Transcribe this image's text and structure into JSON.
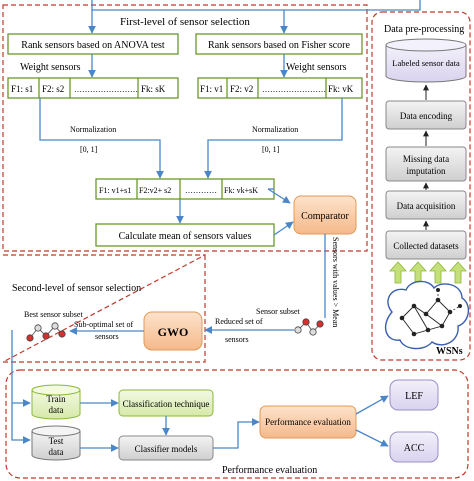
{
  "sections": {
    "first_level": "First-level of sensor selection",
    "second_level": "Second-level of sensor selection",
    "preprocessing": "Data pre-processing",
    "performance": "Performance evaluation"
  },
  "first_level": {
    "anova_box": "Rank sensors based on ANOVA test",
    "fisher_box": "Rank sensors based on Fisher score",
    "weight_left": "Weight sensors",
    "weight_right": "Weight sensors",
    "left_row": {
      "c1": "F1: s1",
      "c2": "F2: s2",
      "c3": "……………………",
      "c4": "Fk: sK"
    },
    "right_row": {
      "c1": "F1: v1",
      "c2": "F2: v2",
      "c3": "……………………",
      "c4": "Fk: vK"
    },
    "norm_left": "Normalization",
    "norm_left_range": "[0, 1]",
    "norm_right": "Normalization",
    "norm_right_range": "[0, 1]",
    "combined_row": {
      "c1": "F1: v1+s1",
      "c2": "F2:v2+ s2",
      "c3": "…………",
      "c4": "Fk: vk+sK"
    },
    "mean_box": "Calculate mean of sensors values",
    "comparator": "Comparator",
    "vertical_label": "Sensors with values > Mean"
  },
  "second_level": {
    "sensor_subset": "Sensor subset",
    "reduced_set_1": "Reduced set of",
    "reduced_set_2": "sensors",
    "gwo": "GWO",
    "suboptimal_1": "Sub-optimal set of",
    "suboptimal_2": "sensors",
    "best_subset": "Best sensor subset"
  },
  "preprocessing": {
    "labeled": "Labeled sensor data",
    "encoding": "Data encoding",
    "missing_1": "Missing data",
    "missing_2": "imputation",
    "acquisition": "Data acquisition",
    "collected": "Collected datasets",
    "wsns": "WSNs"
  },
  "performance": {
    "train_1": "Train",
    "train_2": "data",
    "test_1": "Test",
    "test_2": "data",
    "classification": "Classification technique",
    "classifier_models": "Classifier models",
    "perf_eval": "Performance evaluation",
    "lef": "LEF",
    "acc": "ACC"
  },
  "colors": {
    "dashed_red": "#c0392b",
    "green_border": "#6a9a2a",
    "blue_line": "#4a86c8",
    "orange_fill": "#fcd5b4",
    "gray_box": "#e0e0e0",
    "lavender": "#e8e4f4",
    "light_green": "#e6f2c8"
  }
}
